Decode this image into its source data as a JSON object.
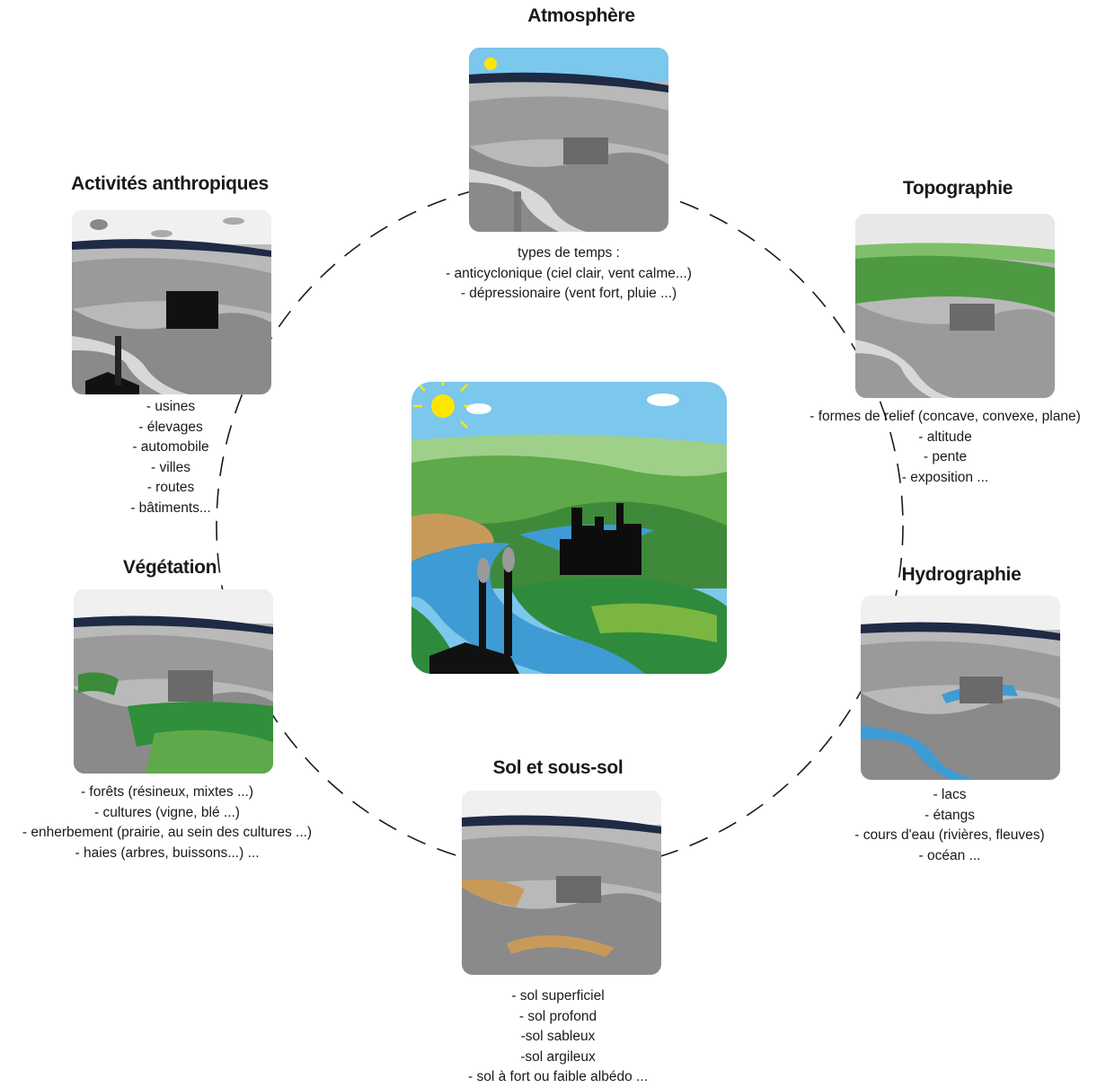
{
  "center": {
    "kind": "landscape-illustration",
    "sun": "sun-icon",
    "city": "city-skyline-icon",
    "factory": "factory-icon"
  },
  "colors": {
    "sky": "#7cc7ec",
    "hills_green": "#5fa94a",
    "river": "#3f9bd4",
    "soil": "#c89a5a",
    "gray_bg": "#a9a9a9",
    "gray_dark": "#6f6f6f",
    "dash": "#1a1a1a"
  },
  "nodes": [
    {
      "id": "atmosphere",
      "title": "Atmosphère",
      "lines": [
        "types de temps :",
        "- anticyclonique (ciel clair, vent calme...)",
        "- dépressionaire (vent fort, pluie ...)"
      ]
    },
    {
      "id": "topographie",
      "title": "Topographie",
      "lines": [
        "- formes de relief (concave, convexe, plane)",
        "- altitude",
        "- pente",
        "- exposition ..."
      ]
    },
    {
      "id": "hydrographie",
      "title": "Hydrographie",
      "lines": [
        "- lacs",
        "- étangs",
        "- cours d'eau (rivières, fleuves)",
        "- océan ..."
      ]
    },
    {
      "id": "sol",
      "title": "Sol et sous-sol",
      "lines": [
        "- sol superficiel",
        "- sol profond",
        "-sol sableux",
        "-sol argileux",
        "- sol à fort ou faible albédo ..."
      ]
    },
    {
      "id": "vegetation",
      "title": "Végétation",
      "lines": [
        "- forêts (résineux, mixtes ...)",
        "- cultures (vigne, blé ...)",
        "- enherbement (prairie, au sein des cultures ...)",
        "- haies (arbres, buissons...) ..."
      ]
    },
    {
      "id": "activites",
      "title": "Activités anthropiques",
      "lines": [
        "- usines",
        "- élevages",
        "- automobile",
        "- villes",
        "- routes",
        "- bâtiments..."
      ]
    }
  ]
}
